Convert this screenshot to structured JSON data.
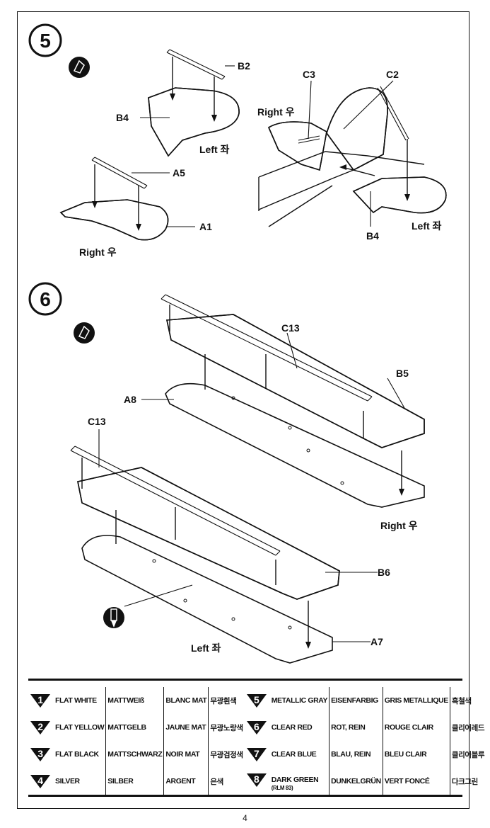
{
  "steps": [
    {
      "number": "5",
      "labels": {
        "b2": "B2",
        "b4_left": "B4",
        "left": "Left 좌",
        "a5": "A5",
        "a1": "A1",
        "right": "Right 우",
        "c3": "C3",
        "c2": "C2",
        "right2": "Right 우",
        "b4_right": "B4",
        "left2": "Left 좌"
      }
    },
    {
      "number": "6",
      "labels": {
        "c13_top": "C13",
        "b5": "B5",
        "a8": "A8",
        "right": "Right 우",
        "c13_bottom": "C13",
        "b6": "B6",
        "a7": "A7",
        "left": "Left 좌"
      }
    }
  ],
  "icons": {
    "glue": "glue-icon",
    "knife": "hobby-knife-icon",
    "paint_badge": "paint-number-icon"
  },
  "colors": {
    "ink": "#111111",
    "paper": "#ffffff"
  },
  "paint_legend": [
    {
      "num": "1",
      "en": "FLAT WHITE",
      "de": "MATTWEIß",
      "fr": "BLANC MAT",
      "ko": "무광흰색"
    },
    {
      "num": "2",
      "en": "FLAT YELLOW",
      "de": "MATTGELB",
      "fr": "JAUNE MAT",
      "ko": "무광노랑색"
    },
    {
      "num": "3",
      "en": "FLAT BLACK",
      "de": "MATTSCHWARZ",
      "fr": "NOIR MAT",
      "ko": "무광검정색"
    },
    {
      "num": "4",
      "en": "SILVER",
      "de": "SILBER",
      "fr": "ARGENT",
      "ko": "은색"
    },
    {
      "num": "5",
      "en": "METALLIC GRAY",
      "de": "EISENFARBIG",
      "fr": "GRIS METALLIQUE",
      "ko": "흑철색"
    },
    {
      "num": "6",
      "en": "CLEAR RED",
      "de": "ROT, REIN",
      "fr": "ROUGE CLAIR",
      "ko": "클리어레드"
    },
    {
      "num": "7",
      "en": "CLEAR BLUE",
      "de": "BLAU, REIN",
      "fr": "BLEU CLAIR",
      "ko": "클리어블루"
    },
    {
      "num": "8",
      "en": "DARK GREEN",
      "sub": "(RLM 83)",
      "de": "DUNKELGRÜN",
      "fr": "VERT FONCÉ",
      "ko": "다크그린"
    }
  ],
  "page_number": "4"
}
